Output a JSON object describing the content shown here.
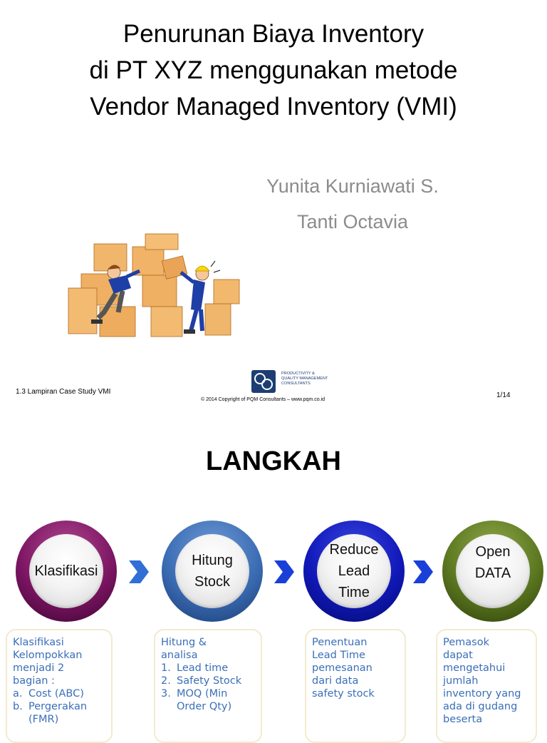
{
  "slide1": {
    "title_lines": [
      "Penurunan Biaya Inventory",
      "di PT  XYZ menggunakan metode",
      "Vendor Managed Inventory (VMI)"
    ],
    "authors": [
      "Yunita Kurniawati S.",
      "Tanti Octavia"
    ],
    "footer": {
      "left": "1.3 Lampiran Case Study VMI",
      "copyright": "© 2014 Copyright of PQM Consultants – www.pqm.co.id",
      "page": "1/14",
      "logo_text": [
        "PRODUCTIVITY &",
        "QUALITY MANAGEMENT",
        "CONSULTANTS"
      ]
    },
    "colors": {
      "title": "#000000",
      "authors": "#8c8c8c",
      "logo": "#1d3e73"
    }
  },
  "slide2": {
    "heading": "LANGKAH",
    "steps": [
      {
        "label": "Klasifikasi",
        "color": "#7c1563"
      },
      {
        "label": "Hitung Stock",
        "color": "#3b6cb3"
      },
      {
        "label": "Reduce Lead Time",
        "color": "#1018b8"
      },
      {
        "label": "Open DATA",
        "color": "#5b7720"
      }
    ],
    "boxes": [
      {
        "intro": [
          "Klasifikasi",
          "Kelompokkan",
          "menjadi 2",
          "bagian :"
        ],
        "items": [
          {
            "num": "a.",
            "text": "Cost (ABC)"
          },
          {
            "num": "b.",
            "text": "Pergerakan (FMR)"
          }
        ]
      },
      {
        "intro": [
          "Hitung &",
          "analisa"
        ],
        "items": [
          {
            "num": "1.",
            "text": "Lead time"
          },
          {
            "num": "2.",
            "text": "Safety Stock"
          },
          {
            "num": "3.",
            "text": "MOQ (Min Order Qty)"
          }
        ]
      },
      {
        "intro": [
          "Penentuan",
          "Lead Time",
          "pemesanan",
          "dari data",
          "safety stock"
        ],
        "items": []
      },
      {
        "intro": [
          "Pemasok",
          "dapat",
          "mengetahui",
          "jumlah",
          "inventory yang",
          "ada di gudang",
          "beserta"
        ],
        "items": []
      }
    ],
    "colors": {
      "box_text": "#3a6fb7",
      "box_border": "#f2ebcf",
      "arrow": "#2f6fd6"
    }
  }
}
